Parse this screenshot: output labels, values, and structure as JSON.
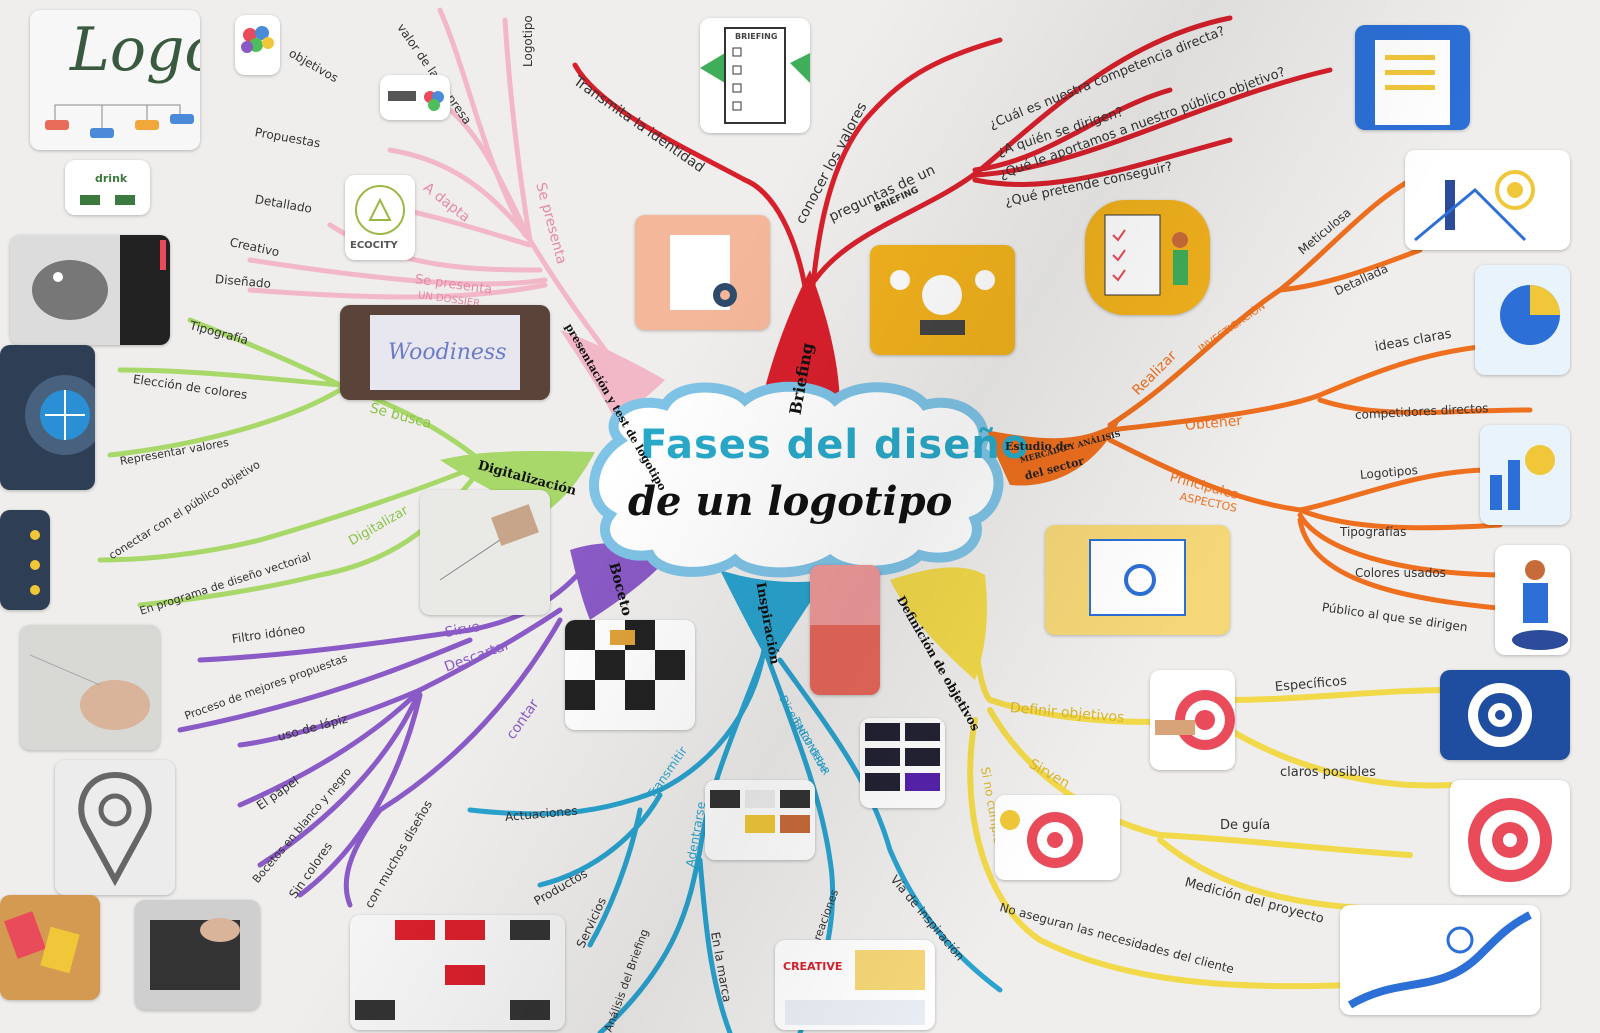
{
  "title": {
    "line1": "Fases del diseño",
    "line2": "de un logotipo"
  },
  "branches": {
    "briefing": "Briefing",
    "estudio": {
      "l1": "Estudio de",
      "l2": "MERCADO Y ANÁLISIS",
      "l3": "del sector"
    },
    "definicion_obj": "Definición de objetivos",
    "inspiracion": "Inspiración",
    "boceto": "Boceto",
    "digitalizacion": "Digitalización",
    "presentacion": "presentación y test de logotipo"
  },
  "briefing_labels": {
    "transmite": "Transmita la identidad",
    "conocer": "conocer los valores",
    "preguntas": "preguntas de un",
    "preguntas_sub": "BRIEFING",
    "q1": "¿Cuál es nuestra competencia directa?",
    "q2": "¿A quién se dirigen?",
    "q3": "¿Qué le aportamos a nuestro público objetivo?",
    "q4": "¿Qué pretende conseguir?"
  },
  "estudio_labels": {
    "realizar": "Realizar",
    "investigacion": "INVESTIGACIÓN",
    "meticulosa": "Meticulosa",
    "detallada": "Detallada",
    "obtener": "Obtener",
    "ideas": "ideas claras",
    "competidores": "competidores directos",
    "principales": "Principales",
    "aspectos": "ASPECTOS",
    "logotipos": "Logotipos",
    "tipografias": "Tipografías",
    "colores": "Colores usados",
    "publico": "Público al que se dirigen"
  },
  "objetivos_labels": {
    "definir": "Definir objetivos",
    "especificos": "Específicos",
    "claros": "claros posibles",
    "sirven": "Sirven",
    "guia": "De guía",
    "medicion": "Medición del proyecto",
    "si_no": "Si no cumplen",
    "no_aseguran": "No aseguran las necesidades del cliente"
  },
  "inspiracion_labels": {
    "transmitir": "Transmitir",
    "actuaciones": "Actuaciones",
    "productos": "Productos",
    "servicios": "Servicios",
    "adentrarse": "Adentrarse",
    "analisis": "Análisis del Briefing",
    "en_marca": "En la marca",
    "disenador": "Diseñador debe",
    "encontrar": "ENCONTRAR",
    "propias": "Propias creaciones",
    "via": "Vía de inspiración"
  },
  "boceto_labels": {
    "sirve": "Sirve",
    "filtro": "Filtro idóneo",
    "proceso": "Proceso de mejores propuestas",
    "descartar": "Descartar",
    "lapiz": "uso de lápiz",
    "papel": "El papel",
    "bocetos_bn": "Bocetos en blanco y negro",
    "sin_colores": "Sin colores",
    "contar": "contar",
    "muchos": "con muchos diseños"
  },
  "digital_labels": {
    "se_busca": "Se busca",
    "tipografia": "Tipografía",
    "eleccion": "Elección de colores",
    "representar": "Representar valores",
    "conectar": "conectar con el público objetivo",
    "digitalizar": "Digitalizar",
    "programa": "En programa de diseño vectorial"
  },
  "presentacion_labels": {
    "se_presenta": "Se presenta",
    "logotipo": "Logotipo",
    "valor_empresa": "valor de la empresa",
    "objetivos": "objetivos",
    "propuestas": "Propuestas",
    "adapta": "A dapta",
    "detallado": "Detallado",
    "creativo": "Creativo",
    "disenado": "Diseñado",
    "dossier1": "Se presenta",
    "dossier2": "UN DOSSIER"
  },
  "stickers": {
    "logo": "Logo.",
    "briefing_doc": "BRIEFING",
    "ecocity": "ECOCITY",
    "woodiness": "Woodiness",
    "drink": "drink",
    "creative": "CREATIVE"
  },
  "colors": {
    "red": "#d8202c",
    "orange": "#ee6f1e",
    "yellow": "#f2d94a",
    "blue": "#2aa3cf",
    "purple": "#8a5ac6",
    "green": "#a9d86a",
    "pink": "#f2b8c8"
  }
}
